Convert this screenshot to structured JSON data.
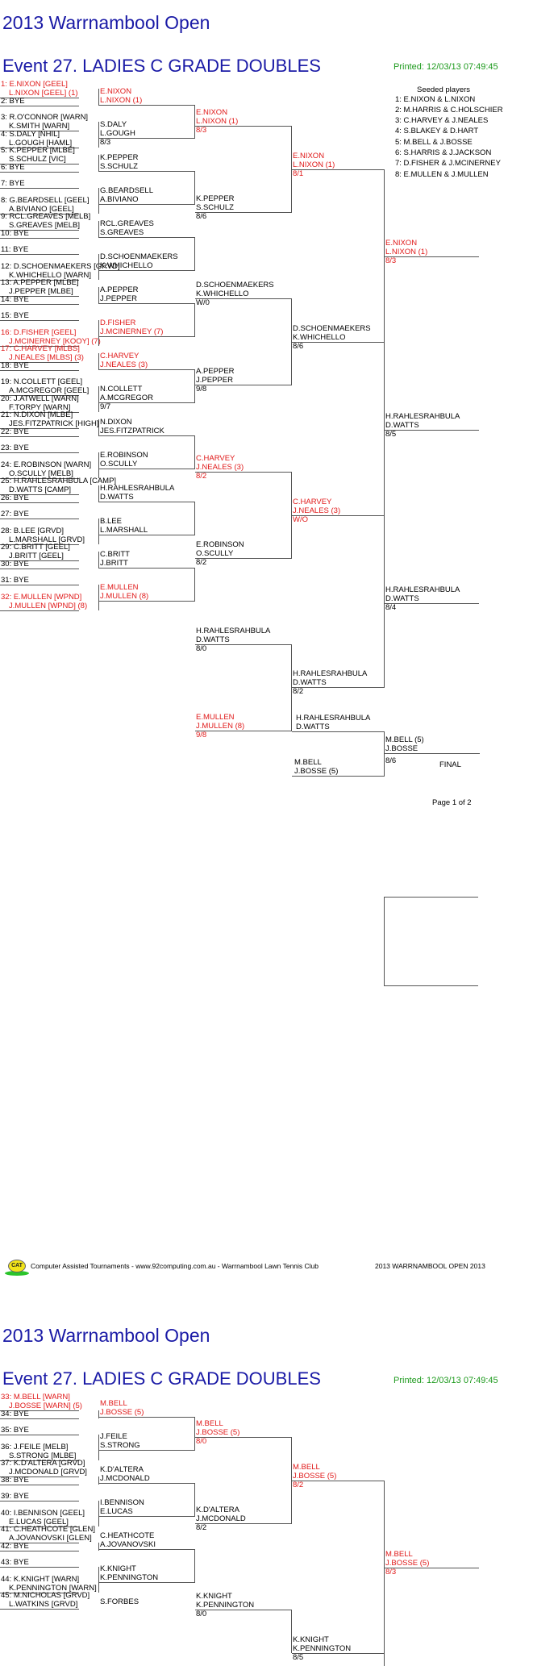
{
  "page1": {
    "title": "2013 Warrnambool Open",
    "event": "Event 27. LADIES C GRADE DOUBLES",
    "printed": "Printed: 12/03/13 07:49:45",
    "seeds_heading": "Seeded players",
    "seeds": [
      "1: E.NIXON & L.NIXON",
      "2: M.HARRIS & C.HOLSCHIER",
      "3: C.HARVEY & J.NEALES",
      "4: S.BLAKEY & D.HART",
      "5: M.BELL & J.BOSSE",
      "6: S.HARRIS & J.JACKSON",
      "7: D.FISHER & J.MCINERNEY",
      "8: E.MULLEN & J.MULLEN"
    ],
    "page_no": "Page 1 of 2",
    "final_label": "FINAL"
  },
  "footer": {
    "cat": "CAT",
    "text": "Computer Assisted Tournaments - www.92computing.com.au -  Warrnambool Lawn Tennis Club",
    "right": "2013 WARRNAMBOOL OPEN 2013"
  },
  "page2": {
    "title": "2013 Warrnambool Open",
    "event": "Event 27. LADIES C GRADE DOUBLES",
    "printed": "Printed: 12/03/13 07:49:45"
  }
}
